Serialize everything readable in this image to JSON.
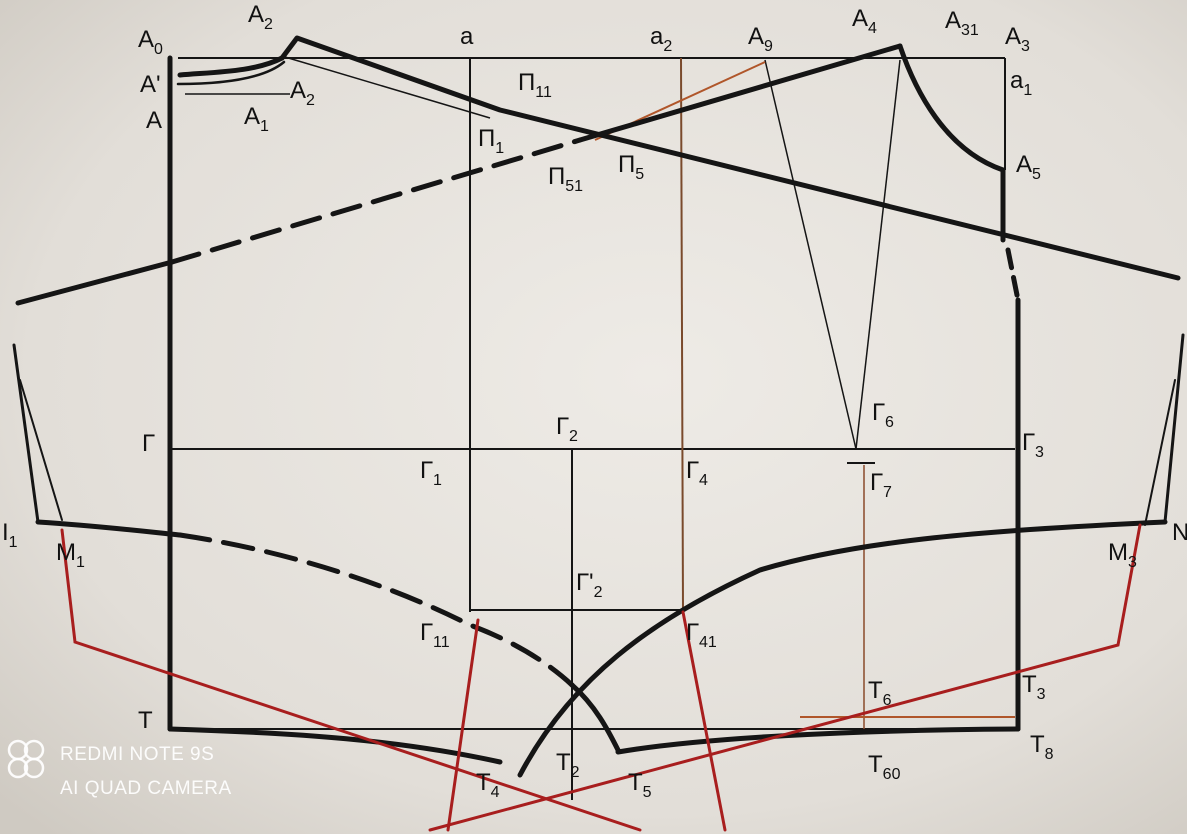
{
  "labels": {
    "A0": {
      "main": "A",
      "sub": "0"
    },
    "A2_top": {
      "main": "A",
      "sub": "2"
    },
    "a": {
      "main": "a",
      "sub": ""
    },
    "a2": {
      "main": "a",
      "sub": "2"
    },
    "A9": {
      "main": "A",
      "sub": "9"
    },
    "A4": {
      "main": "A",
      "sub": "4"
    },
    "A31": {
      "main": "A",
      "sub": "31"
    },
    "A3": {
      "main": "A",
      "sub": "3"
    },
    "A_prime": {
      "main": "A'",
      "sub": ""
    },
    "A": {
      "main": "A",
      "sub": ""
    },
    "A1": {
      "main": "A",
      "sub": "1"
    },
    "A2": {
      "main": "A",
      "sub": "2"
    },
    "P11": {
      "main": "П",
      "sub": "11"
    },
    "a1": {
      "main": "a",
      "sub": "1"
    },
    "P1": {
      "main": "П",
      "sub": "1"
    },
    "P51": {
      "main": "П",
      "sub": "51"
    },
    "P5": {
      "main": "П",
      "sub": "5"
    },
    "A5": {
      "main": "A",
      "sub": "5"
    },
    "G": {
      "main": "Г",
      "sub": ""
    },
    "G2": {
      "main": "Г",
      "sub": "2"
    },
    "G6": {
      "main": "Г",
      "sub": "6"
    },
    "G3": {
      "main": "Г",
      "sub": "3"
    },
    "G1": {
      "main": "Г",
      "sub": "1"
    },
    "G4": {
      "main": "Г",
      "sub": "4"
    },
    "G7": {
      "main": "Г",
      "sub": "7"
    },
    "I1": {
      "main": "I",
      "sub": "1"
    },
    "M1": {
      "main": "M",
      "sub": "1"
    },
    "M3": {
      "main": "M",
      "sub": "3"
    },
    "N": {
      "main": "N",
      "sub": ""
    },
    "G2p": {
      "main": "Г'",
      "sub": "2"
    },
    "G11": {
      "main": "Г",
      "sub": "11"
    },
    "G41": {
      "main": "Г",
      "sub": "41"
    },
    "T6": {
      "main": "T",
      "sub": "6"
    },
    "T3": {
      "main": "T",
      "sub": "3"
    },
    "T": {
      "main": "T",
      "sub": ""
    },
    "T2": {
      "main": "T",
      "sub": "2"
    },
    "T8": {
      "main": "T",
      "sub": "8"
    },
    "T4": {
      "main": "T",
      "sub": "4"
    },
    "T5": {
      "main": "T",
      "sub": "5"
    },
    "T60": {
      "main": "T",
      "sub": "60"
    }
  },
  "watermark": {
    "line1": "REDMI NOTE 9S",
    "line2": "AI QUAD CAMERA"
  },
  "colors": {
    "ink": "#151515",
    "red": "#a81e1e",
    "orange": "#b0562a",
    "paper": "#e6e2dc"
  }
}
